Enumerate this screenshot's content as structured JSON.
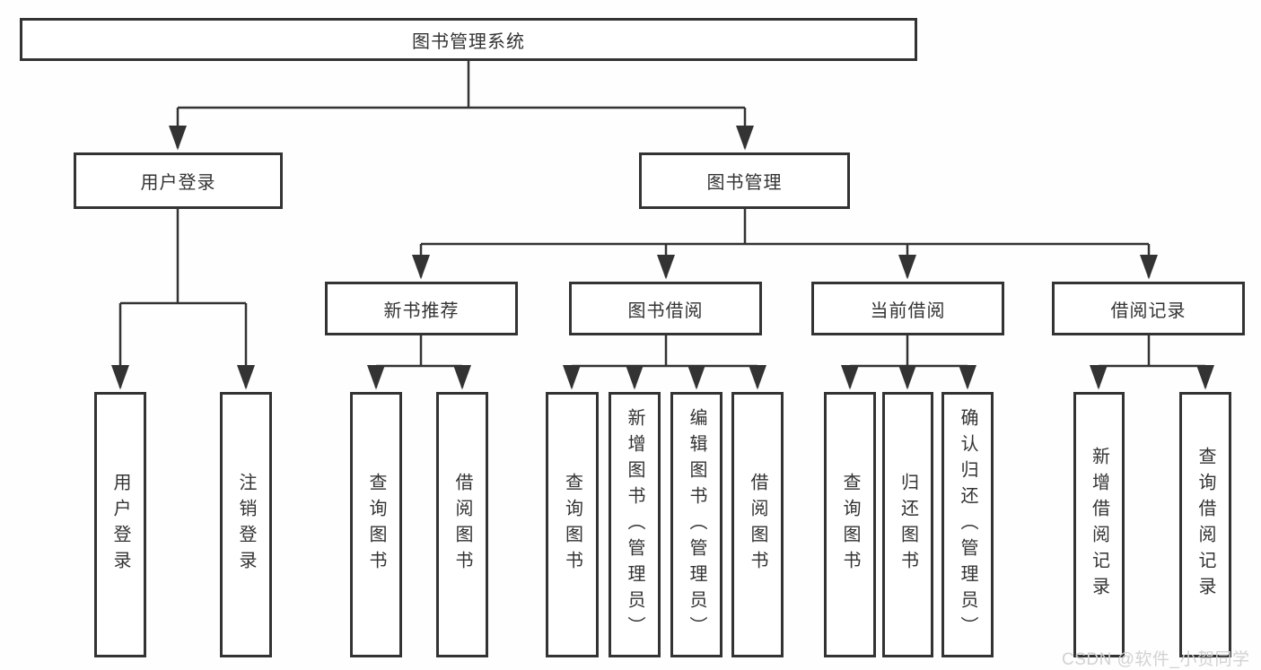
{
  "diagram": {
    "root": {
      "label": "图书管理系统"
    },
    "branches": [
      {
        "label": "用户登录",
        "children": [
          {
            "label": "用户登录"
          },
          {
            "label": "注销登录"
          }
        ]
      },
      {
        "label": "图书管理",
        "children": [
          {
            "label": "新书推荐",
            "children": [
              {
                "label": "查询图书"
              },
              {
                "label": "借阅图书"
              }
            ]
          },
          {
            "label": "图书借阅",
            "children": [
              {
                "label": "查询图书"
              },
              {
                "label": "新增图书（管理员）"
              },
              {
                "label": "编辑图书（管理员）"
              },
              {
                "label": "借阅图书"
              }
            ]
          },
          {
            "label": "当前借阅",
            "children": [
              {
                "label": "查询图书"
              },
              {
                "label": "归还图书"
              },
              {
                "label": "确认归还（管理员）"
              }
            ]
          },
          {
            "label": "借阅记录",
            "children": [
              {
                "label": "新增借阅记录"
              },
              {
                "label": "查询借阅记录"
              }
            ]
          }
        ]
      }
    ]
  },
  "watermark": {
    "text": "CSDN @软件_小贺同学"
  },
  "colors": {
    "line": "#333333",
    "box_border": "#333333",
    "text": "#333333",
    "watermark_text": "#d2d2d2",
    "background": "#fefefe"
  }
}
